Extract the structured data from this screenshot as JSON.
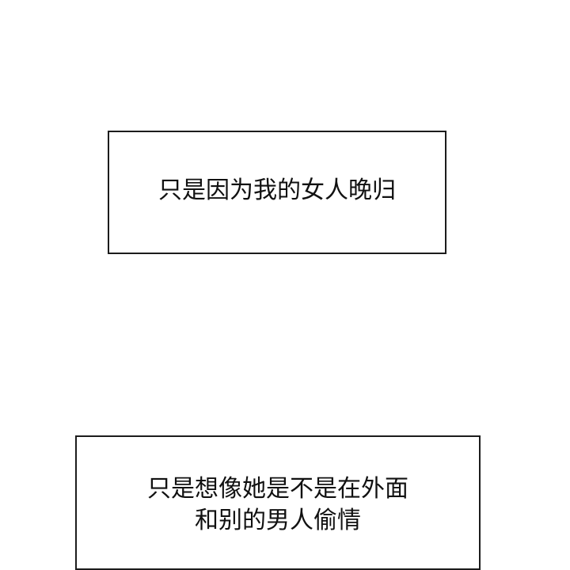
{
  "panels": [
    {
      "lines": [
        "只是因为我的女人晚归"
      ]
    },
    {
      "lines": [
        "只是想像她是不是在外面",
        "和别的男人偷情"
      ]
    }
  ],
  "colors": {
    "background": "#ffffff",
    "border": "#1c1c1c",
    "text": "#111111"
  }
}
